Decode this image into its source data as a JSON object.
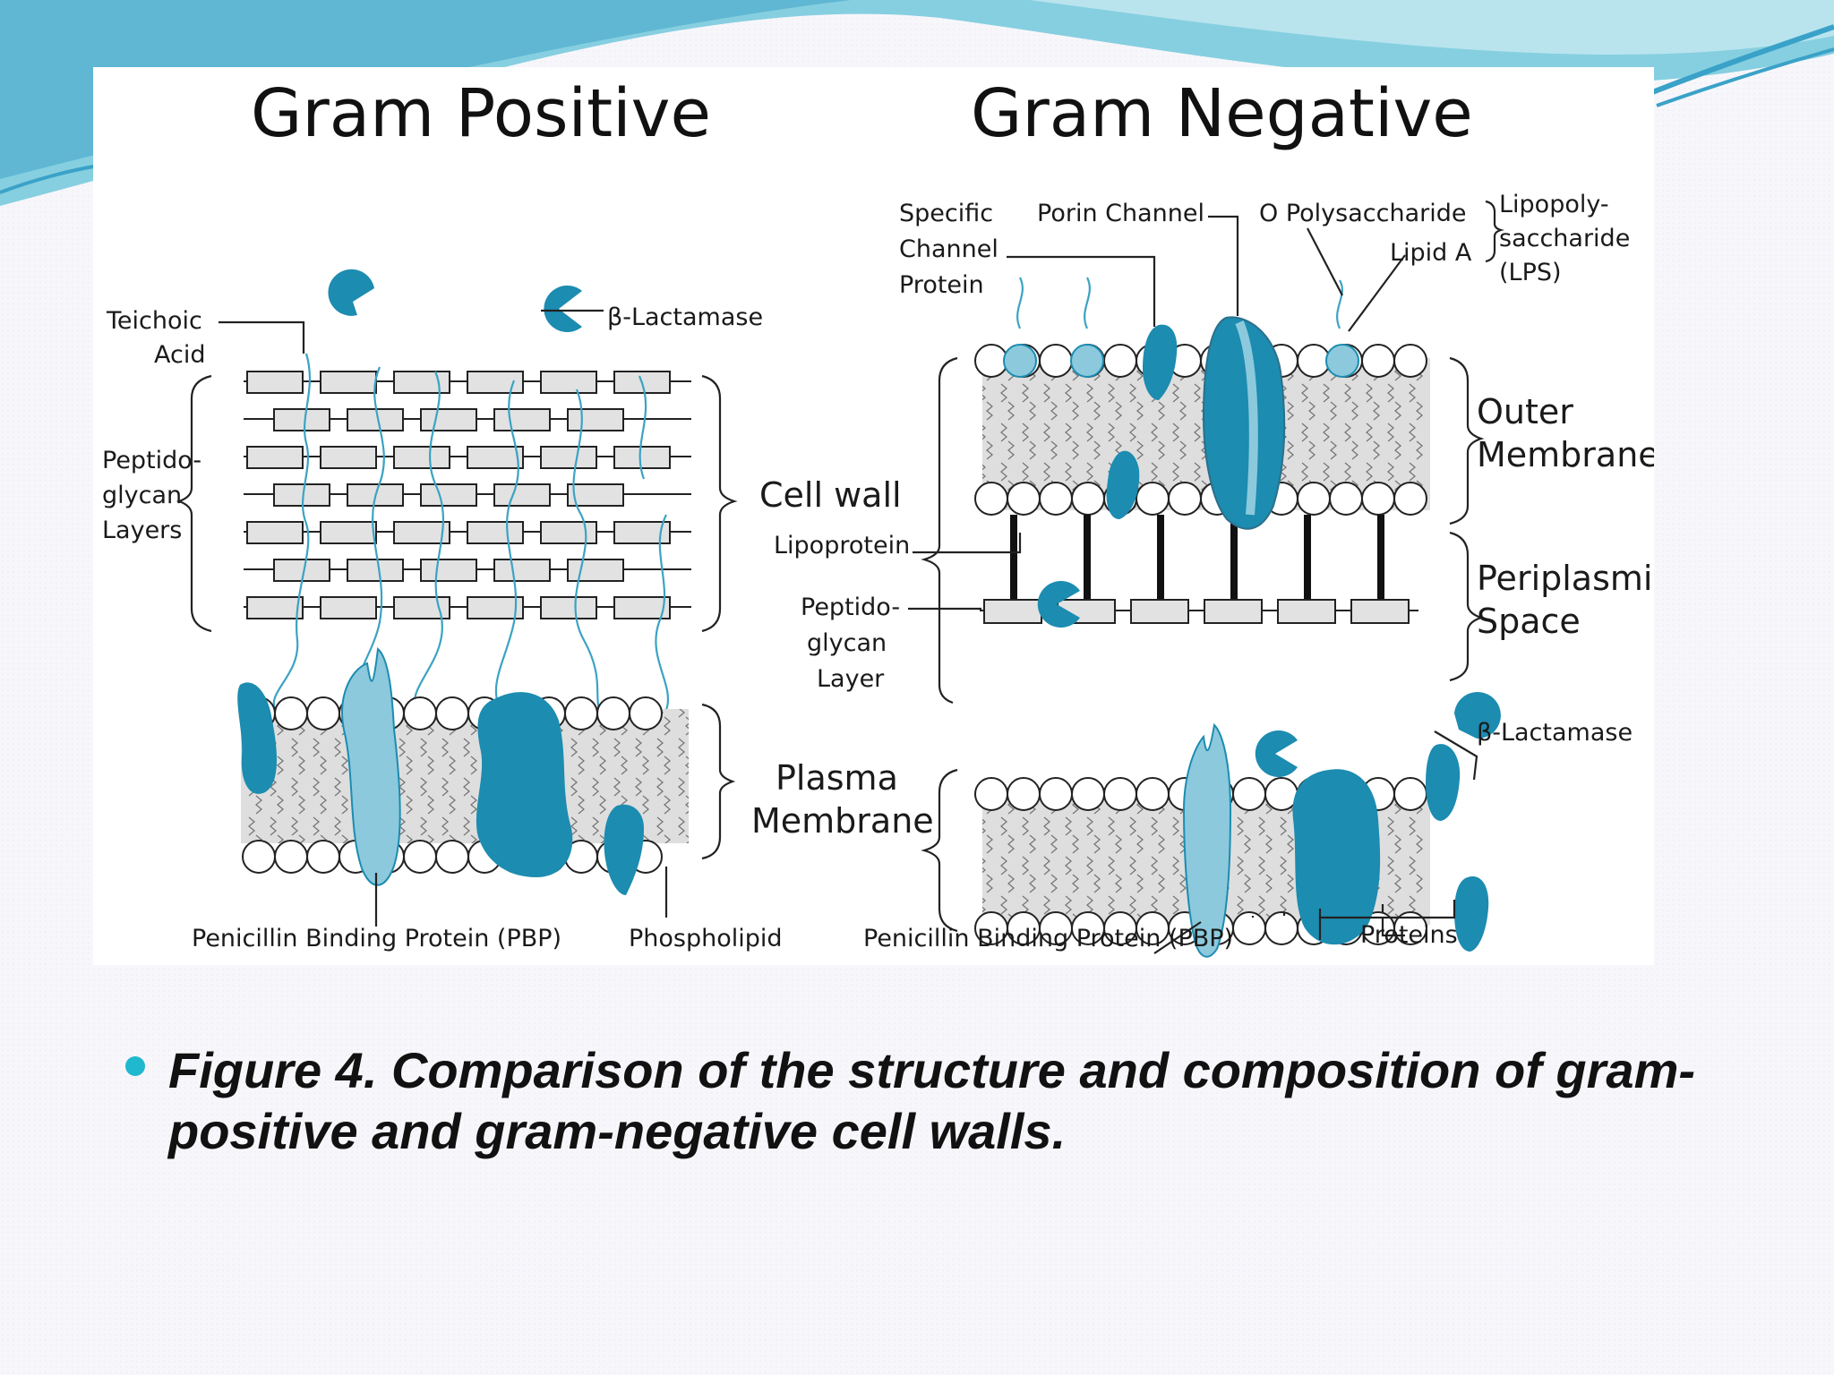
{
  "colors": {
    "protein_dark": "#1c8cb0",
    "protein_light": "#8cc9dd",
    "membrane_gray": "#dedede",
    "accent_bullet": "#20b8cf"
  },
  "gram_positive": {
    "title": "Gram Positive",
    "labels": {
      "teichoic": "Teichoic",
      "acid": "Acid",
      "beta_lactamase": "β-Lactamase",
      "peptido": "Peptido-",
      "glycan": "glycan",
      "layers": "Layers",
      "pbp": "Penicillin Binding Protein (PBP)",
      "phospholipid": "Phospholipid"
    }
  },
  "middle": {
    "cell_wall": "Cell wall",
    "plasma": "Plasma",
    "membrane": "Membrane",
    "lipoprotein": "Lipoprotein",
    "peptido": "Peptido-",
    "glycan": "glycan",
    "layer": "Layer"
  },
  "gram_negative": {
    "title": "Gram Negative",
    "labels": {
      "specific": "Specific",
      "channel": "Channel",
      "protein": "Protein",
      "porin": "Porin Channel",
      "o_poly": "O Polysaccharide",
      "lipid_a": "Lipid A",
      "lipopoly": "Lipopoly-",
      "saccharide": "saccharide",
      "lps": "(LPS)",
      "outer": "Outer",
      "outer_membrane": "Membrane",
      "periplasmic": "Periplasmic",
      "space": "Space",
      "beta_lactamase": "β-Lactamase",
      "pbp": "Penicillin Binding Protein (PBP)",
      "proteins": "Proteins"
    }
  },
  "caption": "Figure 4. Comparison of the structure and composition of gram-positive and gram-negative cell walls."
}
